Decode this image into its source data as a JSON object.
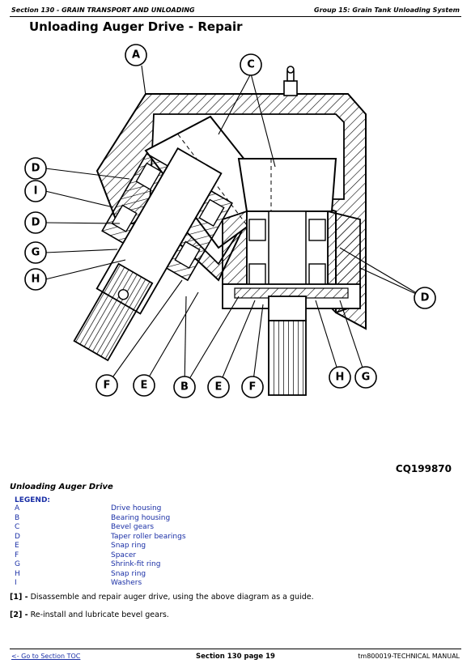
{
  "header": {
    "section": "Section 130 - GRAIN TRANSPORT AND UNLOADING",
    "group": "Group 15: Grain Tank Unloading System"
  },
  "page_title": "Unloading Auger Drive - Repair",
  "figure": {
    "id": "CQ199870",
    "callouts": [
      "A",
      "C",
      "D",
      "I",
      "D",
      "G",
      "H",
      "F",
      "E",
      "B",
      "E",
      "F",
      "H",
      "G",
      "D"
    ]
  },
  "caption": "Unloading Auger Drive",
  "legend": {
    "title": "LEGEND:",
    "items": [
      {
        "key": "A",
        "label": "Drive housing"
      },
      {
        "key": "B",
        "label": "Bearing housing"
      },
      {
        "key": "C",
        "label": "Bevel gears"
      },
      {
        "key": "D",
        "label": "Taper roller bearings"
      },
      {
        "key": "E",
        "label": "Snap ring"
      },
      {
        "key": "F",
        "label": "Spacer"
      },
      {
        "key": "G",
        "label": "Shrink-fit ring"
      },
      {
        "key": "H",
        "label": "Snap ring"
      },
      {
        "key": "I",
        "label": "Washers"
      }
    ]
  },
  "steps": [
    {
      "num": "[1] -",
      "text": "Disassemble and repair auger drive, using the above diagram as a guide."
    },
    {
      "num": "[2] -",
      "text": "Re-install and lubricate bevel gears."
    }
  ],
  "footer": {
    "toc_link": "<- Go to Section TOC",
    "page": "Section 130 page 19",
    "manual": "tm800019-TECHNICAL MANUAL"
  }
}
